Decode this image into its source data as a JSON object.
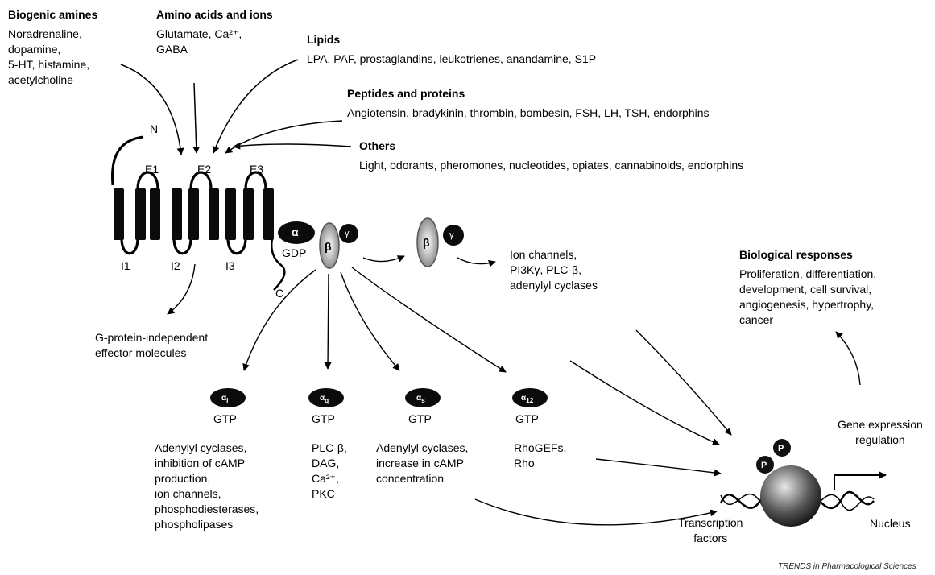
{
  "ligands": {
    "biogenic": {
      "title": "Biogenic amines",
      "items": "Noradrenaline,\ndopamine,\n5-HT, histamine,\nacetylcholine"
    },
    "amino": {
      "title": "Amino acids and ions",
      "items": "Glutamate, Ca²⁺,\nGABA"
    },
    "lipids": {
      "title": "Lipids",
      "items": "LPA, PAF, prostaglandins, leukotrienes, anandamine, S1P"
    },
    "peptides": {
      "title": "Peptides and proteins",
      "items": "Angiotensin, bradykinin, thrombin, bombesin, FSH, LH, TSH, endorphins"
    },
    "others": {
      "title": "Others",
      "items": "Light, odorants, pheromones, nucleotides, opiates, cannabinoids, endorphins"
    }
  },
  "receptor": {
    "n": "N",
    "c": "C",
    "extracellular": [
      "E1",
      "E2",
      "E3"
    ],
    "intracellular": [
      "I1",
      "I2",
      "I3"
    ]
  },
  "gprotein": {
    "alpha": "α",
    "beta": "β",
    "gamma": "γ",
    "gdp": "GDP"
  },
  "betagamma_effectors": "Ion channels,\nPI3Kγ, PLC-β,\nadenylyl cyclases",
  "independent": "G-protein-independent\neffector molecules",
  "alphas": [
    {
      "sub": "i",
      "gtp": "GTP",
      "effect": "Adenylyl cyclases,\ninhibition of cAMP\nproduction,\nion channels,\nphosphodiesterases,\nphospholipases"
    },
    {
      "sub": "q",
      "gtp": "GTP",
      "effect": "PLC-β,\nDAG,\nCa²⁺,\nPKC"
    },
    {
      "sub": "s",
      "gtp": "GTP",
      "effect": "Adenylyl cyclases,\nincrease in cAMP\nconcentration"
    },
    {
      "sub": "12",
      "gtp": "GTP",
      "effect": "RhoGEFs,\nRho"
    }
  ],
  "bio": {
    "title": "Biological responses",
    "items": "Proliferation, differentiation,\ndevelopment, cell survival,\nangiogenesis, hypertrophy,\ncancer"
  },
  "gene": "Gene expression\nregulation",
  "tf": "Transcription\nfactors",
  "nucleus": "Nucleus",
  "phospho": "P",
  "credit": "TRENDS in Pharmacological Sciences"
}
